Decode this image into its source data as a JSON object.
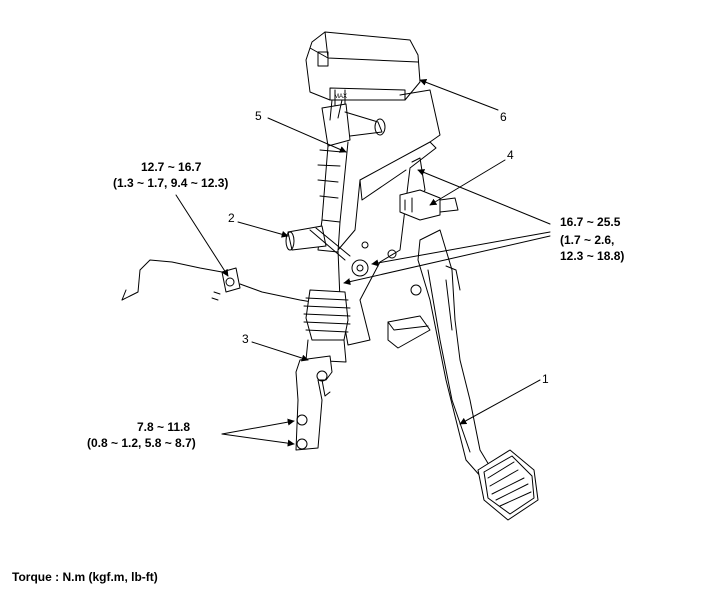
{
  "callouts": {
    "part1": "1",
    "part2": "2",
    "part3": "3",
    "part4": "4",
    "part5": "5",
    "part6": "6"
  },
  "torques": {
    "pushrod": {
      "line1": "12.7 ~ 16.7",
      "line2": "(1.3 ~ 1.7, 9.4 ~ 12.3)"
    },
    "bracket": {
      "line1": "16.7 ~ 25.5",
      "line2": "(1.7 ~ 2.6,",
      "line3": "12.3 ~ 18.8)"
    },
    "lower": {
      "line1": "7.8 ~ 11.8",
      "line2": "(0.8 ~ 1.2, 5.8 ~ 8.7)"
    }
  },
  "footer": {
    "torque_units": "Torque : N.m (kgf.m, lb-ft)"
  }
}
